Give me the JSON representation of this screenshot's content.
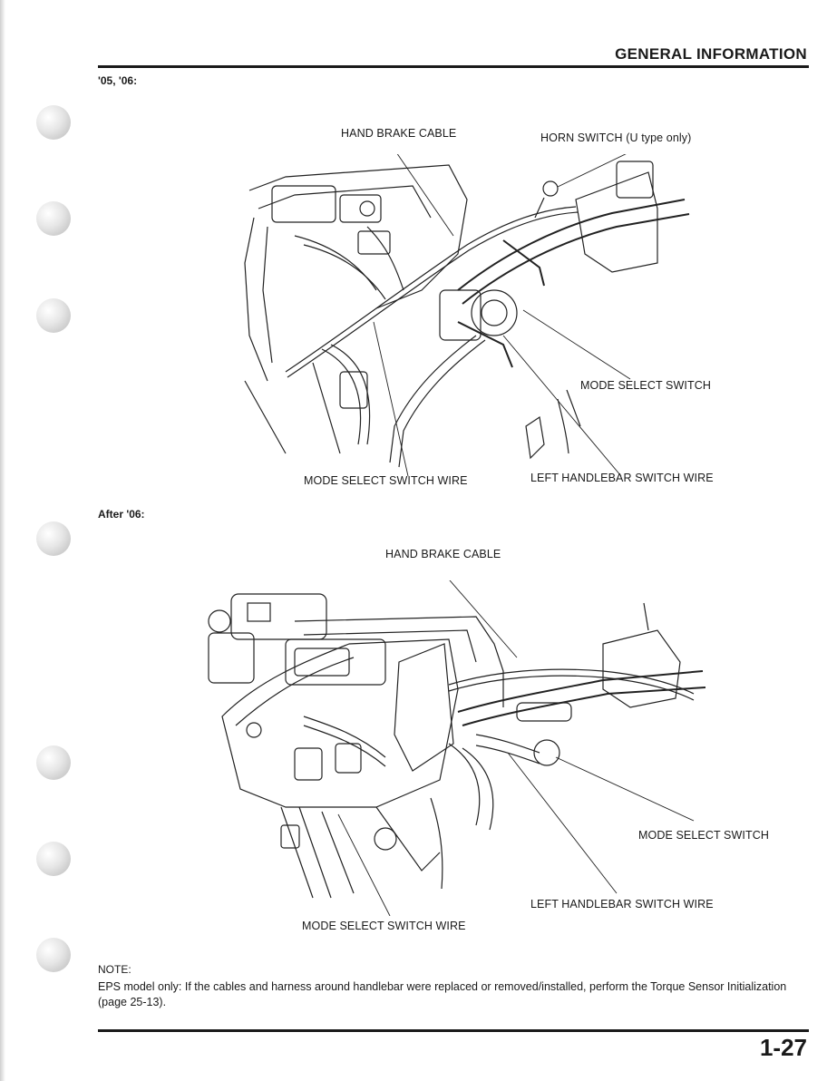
{
  "header": {
    "title": "GENERAL INFORMATION"
  },
  "section1": {
    "label": "'05, '06:",
    "callouts": {
      "hand_brake_cable": "HAND BRAKE CABLE",
      "horn_switch": "HORN SWITCH (U type only)",
      "mode_select_switch": "MODE SELECT SWITCH",
      "mode_select_switch_wire": "MODE SELECT SWITCH WIRE",
      "left_handlebar_switch_wire": "LEFT HANDLEBAR SWITCH WIRE"
    }
  },
  "section2": {
    "label": "After '06:",
    "callouts": {
      "hand_brake_cable": "HAND BRAKE CABLE",
      "mode_select_switch": "MODE SELECT SWITCH",
      "left_handlebar_switch_wire": "LEFT HANDLEBAR SWITCH WIRE",
      "mode_select_switch_wire": "MODE SELECT SWITCH WIRE"
    }
  },
  "note": {
    "heading": "NOTE:",
    "text": "EPS model only: If the cables and harness around handlebar were replaced or removed/installed, perform the Torque Sensor Initialization (page 25-13)."
  },
  "footer": {
    "page_number": "1-27"
  }
}
